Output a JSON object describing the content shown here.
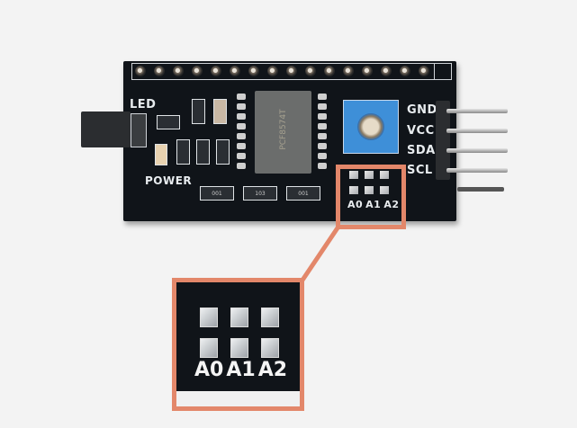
{
  "scene": {
    "subject": "I2C LCD adapter board (PCF8574T)",
    "background_color": "#f3f3f3",
    "pcb_color": "#101419",
    "highlight_color": "#e3876a",
    "potentiometer_color": "#3e8fd8"
  },
  "board": {
    "led_label": "LED",
    "power_label": "POWER",
    "chip_label": "PCF8574T",
    "resistor_codes": [
      "001",
      "103",
      "001"
    ],
    "pins": [
      {
        "label": "GND"
      },
      {
        "label": "VCC"
      },
      {
        "label": "SDA"
      },
      {
        "label": "SCL"
      }
    ],
    "address_pads": [
      "A0",
      "A1",
      "A2"
    ],
    "header_pin_count": 16
  },
  "callout": {
    "address_pads": [
      "A0",
      "A1",
      "A2"
    ]
  }
}
